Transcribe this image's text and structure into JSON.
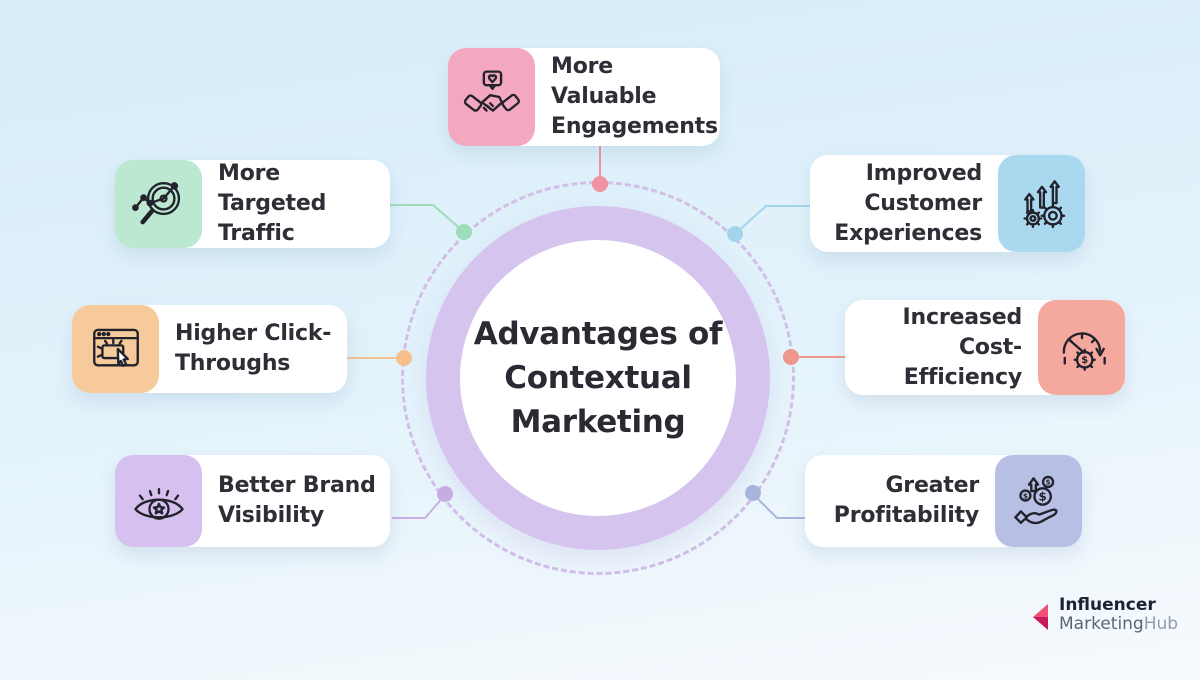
{
  "title": "Advantages of Contextual Marketing",
  "center": {
    "ring_color": "#d5c4ee",
    "dashed_ring_color": "#d2bfe8",
    "text_color": "#2a2a33"
  },
  "background": {
    "top": "#d7edf9",
    "bottom": "#f6fafd"
  },
  "cards": [
    {
      "label": "More Valuable Engagements",
      "position": "top",
      "icon": "handshake-heart-icon",
      "tile_color": "#f3a8c0",
      "connector_color": "#ef93a2"
    },
    {
      "label": "More Targeted Traffic",
      "position": "left-top",
      "icon": "magnifier-analytics-icon",
      "tile_color": "#bce8d1",
      "connector_color": "#9fdcba"
    },
    {
      "label": "Higher Click-Throughs",
      "position": "left-middle",
      "icon": "browser-click-icon",
      "tile_color": "#f6ca9b",
      "connector_color": "#f6c18d"
    },
    {
      "label": "Better Brand Visibility",
      "position": "left-bottom",
      "icon": "eye-star-icon",
      "tile_color": "#d6c0ef",
      "connector_color": "#c9aee3"
    },
    {
      "label": "Improved Customer Experiences",
      "position": "right-top",
      "icon": "growth-arrows-gears-icon",
      "tile_color": "#a9d8ef",
      "connector_color": "#a3d4ee"
    },
    {
      "label": "Increased Cost-Efficiency",
      "position": "right-middle",
      "icon": "gauge-dollar-icon",
      "tile_color": "#f5a99e",
      "connector_color": "#f0978b"
    },
    {
      "label": "Greater Profitability",
      "position": "right-bottom",
      "icon": "hand-coins-icon",
      "tile_color": "#b7bfe5",
      "connector_color": "#aab5dd"
    }
  ],
  "logo": {
    "line1": "Influencer",
    "line2_part1": "Marketing",
    "line2_part2": "Hub",
    "mark_color_light": "#f04e77",
    "mark_color_dark": "#c6185a"
  }
}
